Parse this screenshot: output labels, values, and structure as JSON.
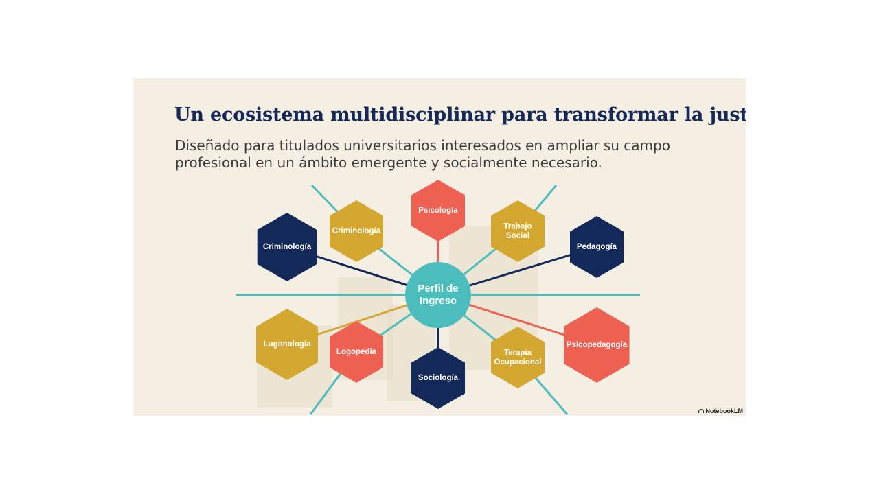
{
  "slide": {
    "title": "Un ecosistema multidisciplinar para transformar la justicia",
    "subtitle": "Diseñado para titulados universitarios interesados en ampliar su campo profesional en un ámbito emergente y socialmente necesario.",
    "brand": "NotebookLM"
  },
  "diagram": {
    "hub": {
      "lines": [
        "Perfil de",
        "Ingreso"
      ]
    },
    "nodes": [
      {
        "id": "criminologia-navy",
        "lines": [
          "Criminología"
        ],
        "color": "#13295a"
      },
      {
        "id": "criminologia-gold",
        "lines": [
          "Criminología"
        ],
        "color": "#d4a830"
      },
      {
        "id": "psicologia",
        "lines": [
          "Psicología"
        ],
        "color": "#ee6152"
      },
      {
        "id": "trabajo-social",
        "lines": [
          "Trabajo",
          "Social"
        ],
        "color": "#d4a830"
      },
      {
        "id": "pedagogia",
        "lines": [
          "Pedagogía"
        ],
        "color": "#13295a"
      },
      {
        "id": "lugonologia",
        "lines": [
          "Lugonología"
        ],
        "color": "#d4a830"
      },
      {
        "id": "logopedia",
        "lines": [
          "Logopedia"
        ],
        "color": "#ee6152"
      },
      {
        "id": "sociologia",
        "lines": [
          "Sociología"
        ],
        "color": "#13295a"
      },
      {
        "id": "terapia-ocupacional",
        "lines": [
          "Terapia",
          "Ocupacional"
        ],
        "color": "#d4a830"
      },
      {
        "id": "psicopedagogia",
        "lines": [
          "Psicopedagogía"
        ],
        "color": "#ee6152"
      }
    ],
    "colors": {
      "navy": "#13295a",
      "gold": "#d4a830",
      "coral": "#ee6152",
      "teal": "#4bbdbc"
    }
  }
}
